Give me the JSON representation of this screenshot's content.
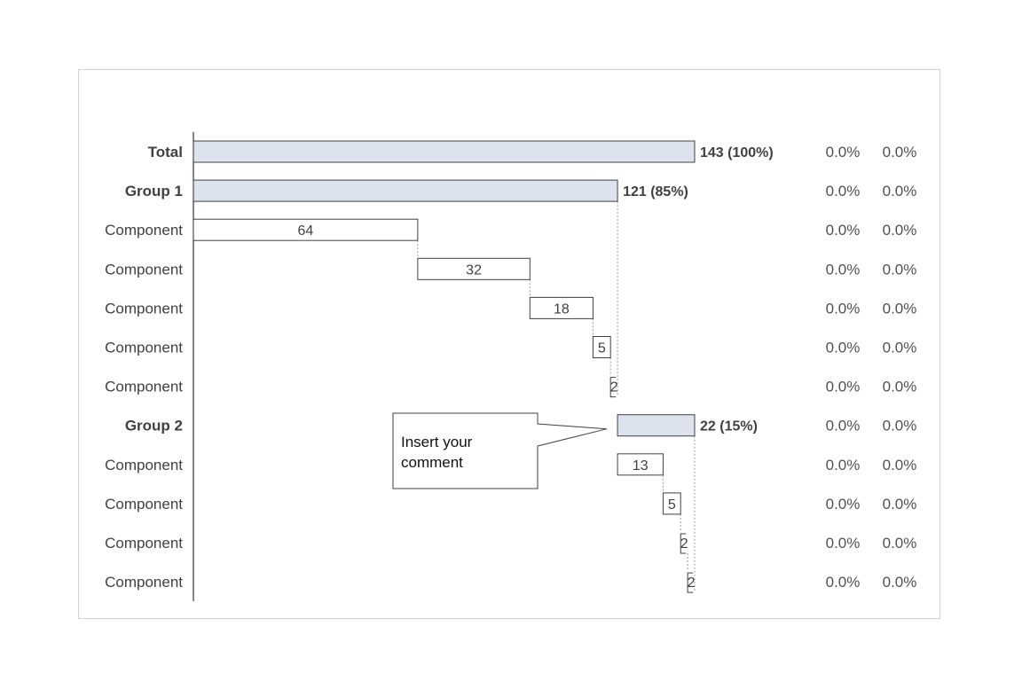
{
  "colors": {
    "group_fill": "#dde3ee",
    "component_fill": "#ffffff",
    "bar_stroke": "#404040",
    "connector": "#9a9a9a"
  },
  "chart_data": {
    "type": "waterfall",
    "orientation": "horizontal",
    "rows": [
      {
        "label": "Total",
        "kind": "total",
        "value": 143,
        "start": 0,
        "value_label": "143 (100%)",
        "col1": "0.0%",
        "col2": "0.0%"
      },
      {
        "label": "Group 1",
        "kind": "group",
        "value": 121,
        "start": 0,
        "value_label": "121 (85%)",
        "col1": "0.0%",
        "col2": "0.0%"
      },
      {
        "label": "Component",
        "kind": "component",
        "value": 64,
        "start": 0,
        "value_label": "64",
        "col1": "0.0%",
        "col2": "0.0%"
      },
      {
        "label": "Component",
        "kind": "component",
        "value": 32,
        "start": 64,
        "value_label": "32",
        "col1": "0.0%",
        "col2": "0.0%"
      },
      {
        "label": "Component",
        "kind": "component",
        "value": 18,
        "start": 96,
        "value_label": "18",
        "col1": "0.0%",
        "col2": "0.0%"
      },
      {
        "label": "Component",
        "kind": "component",
        "value": 5,
        "start": 114,
        "value_label": "5",
        "col1": "0.0%",
        "col2": "0.0%"
      },
      {
        "label": "Component",
        "kind": "component",
        "value": 2,
        "start": 119,
        "value_label": "2",
        "col1": "0.0%",
        "col2": "0.0%"
      },
      {
        "label": "Group 2",
        "kind": "group",
        "value": 22,
        "start": 121,
        "value_label": "22 (15%)",
        "col1": "0.0%",
        "col2": "0.0%"
      },
      {
        "label": "Component",
        "kind": "component",
        "value": 13,
        "start": 121,
        "value_label": "13",
        "col1": "0.0%",
        "col2": "0.0%"
      },
      {
        "label": "Component",
        "kind": "component",
        "value": 5,
        "start": 134,
        "value_label": "5",
        "col1": "0.0%",
        "col2": "0.0%"
      },
      {
        "label": "Component",
        "kind": "component",
        "value": 2,
        "start": 139,
        "value_label": "2",
        "col1": "0.0%",
        "col2": "0.0%"
      },
      {
        "label": "Component",
        "kind": "component",
        "value": 2,
        "start": 141,
        "value_label": "2",
        "col1": "0.0%",
        "col2": "0.0%"
      }
    ],
    "xlim": [
      0,
      143
    ],
    "annotation": "Insert your comment"
  }
}
